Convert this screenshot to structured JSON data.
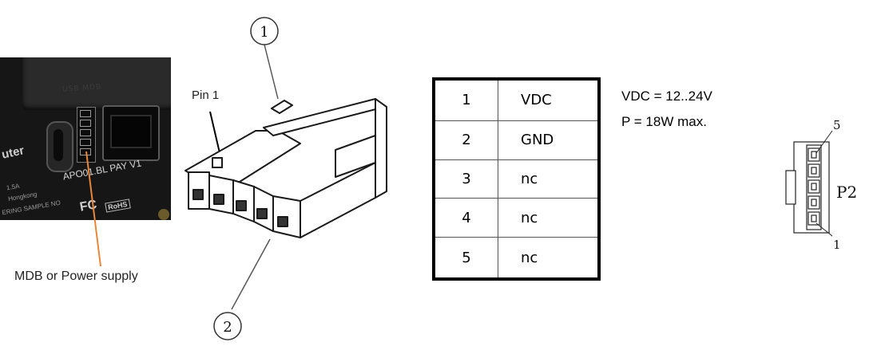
{
  "photo": {
    "lid_text": "USB  MDB",
    "brand": "uter",
    "model": "APO01.BL PAY V1",
    "line1": "1.5A",
    "line2": "Hongkong",
    "line3": "ERING SAMPLE NO",
    "fcc": "FC",
    "rohs": "RoHS"
  },
  "labels": {
    "mdb": "MDB or Power supply",
    "pin1": "Pin 1"
  },
  "callouts": {
    "top": "1",
    "bottom": "2"
  },
  "pin_table": {
    "rows": [
      {
        "pin": "1",
        "signal": "VDC"
      },
      {
        "pin": "2",
        "signal": "GND"
      },
      {
        "pin": "3",
        "signal": "nc"
      },
      {
        "pin": "4",
        "signal": "nc"
      },
      {
        "pin": "5",
        "signal": "nc"
      }
    ]
  },
  "specs": {
    "voltage": "VDC = 12..24V",
    "power": "P = 18W max."
  },
  "header_diagram": {
    "name": "P2",
    "pin_top": "5",
    "pin_bottom": "1"
  },
  "colors": {
    "leader_line": "#e8873a",
    "table_border": "#000000",
    "photo_bg": "#161616"
  }
}
